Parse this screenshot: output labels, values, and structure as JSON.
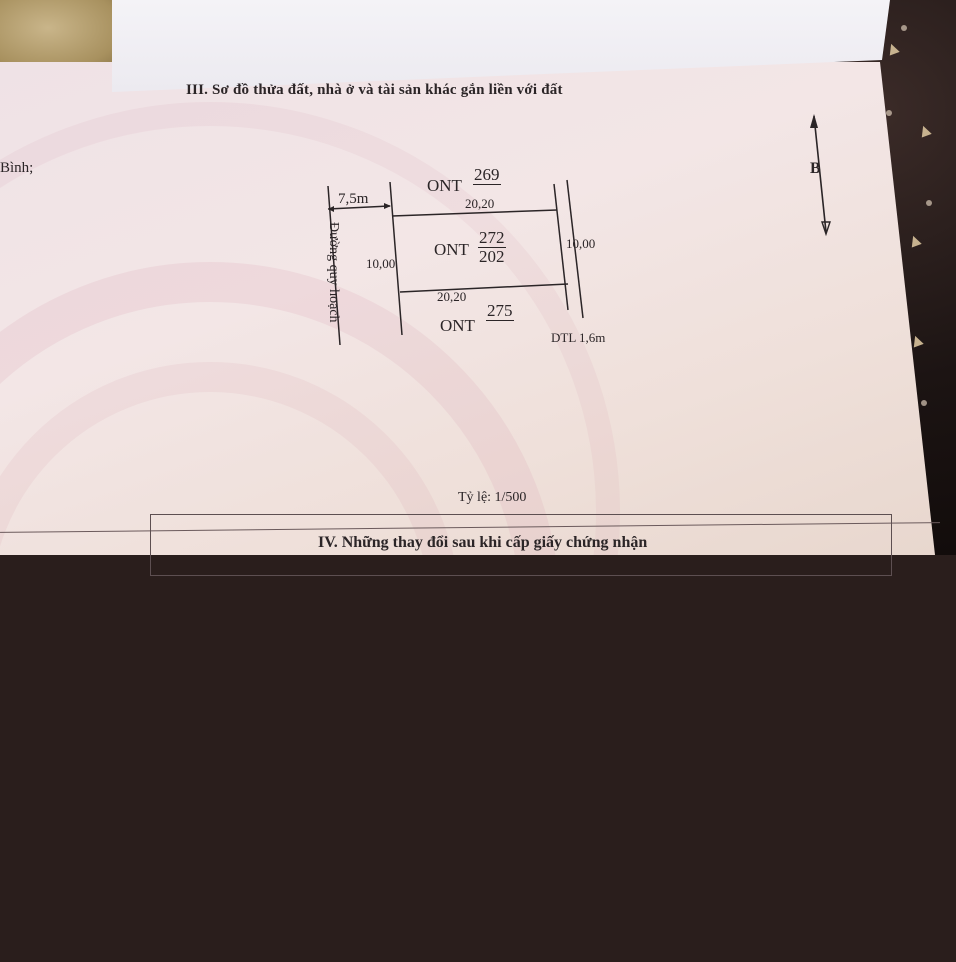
{
  "document": {
    "section3_heading": "III. Sơ đồ thửa đất, nhà ở và tài sản khác gắn liền với đất",
    "left_edge_text": "Bình;",
    "section4_heading": "IV. Những thay đổi sau khi cấp giấy chứng nhận",
    "scale_label": "Tỷ lệ: 1/500"
  },
  "plan": {
    "road_width": "7,5m",
    "road_name": "Đường quy hoạch",
    "parcel_north": {
      "land_type": "ONT",
      "number": "269"
    },
    "parcel_main": {
      "land_type": "ONT",
      "number": "272",
      "area": "202"
    },
    "parcel_south": {
      "land_type": "ONT",
      "number": "275"
    },
    "edge_top": "20,20",
    "edge_bottom": "20,20",
    "edge_left": "10,00",
    "edge_right": "10,00",
    "dtl_label": "DTL 1,6m",
    "compass_label": "B"
  },
  "colors": {
    "ink": "#2b2527",
    "paper": "#f1e4e4",
    "watermark": "#d7a0af"
  }
}
